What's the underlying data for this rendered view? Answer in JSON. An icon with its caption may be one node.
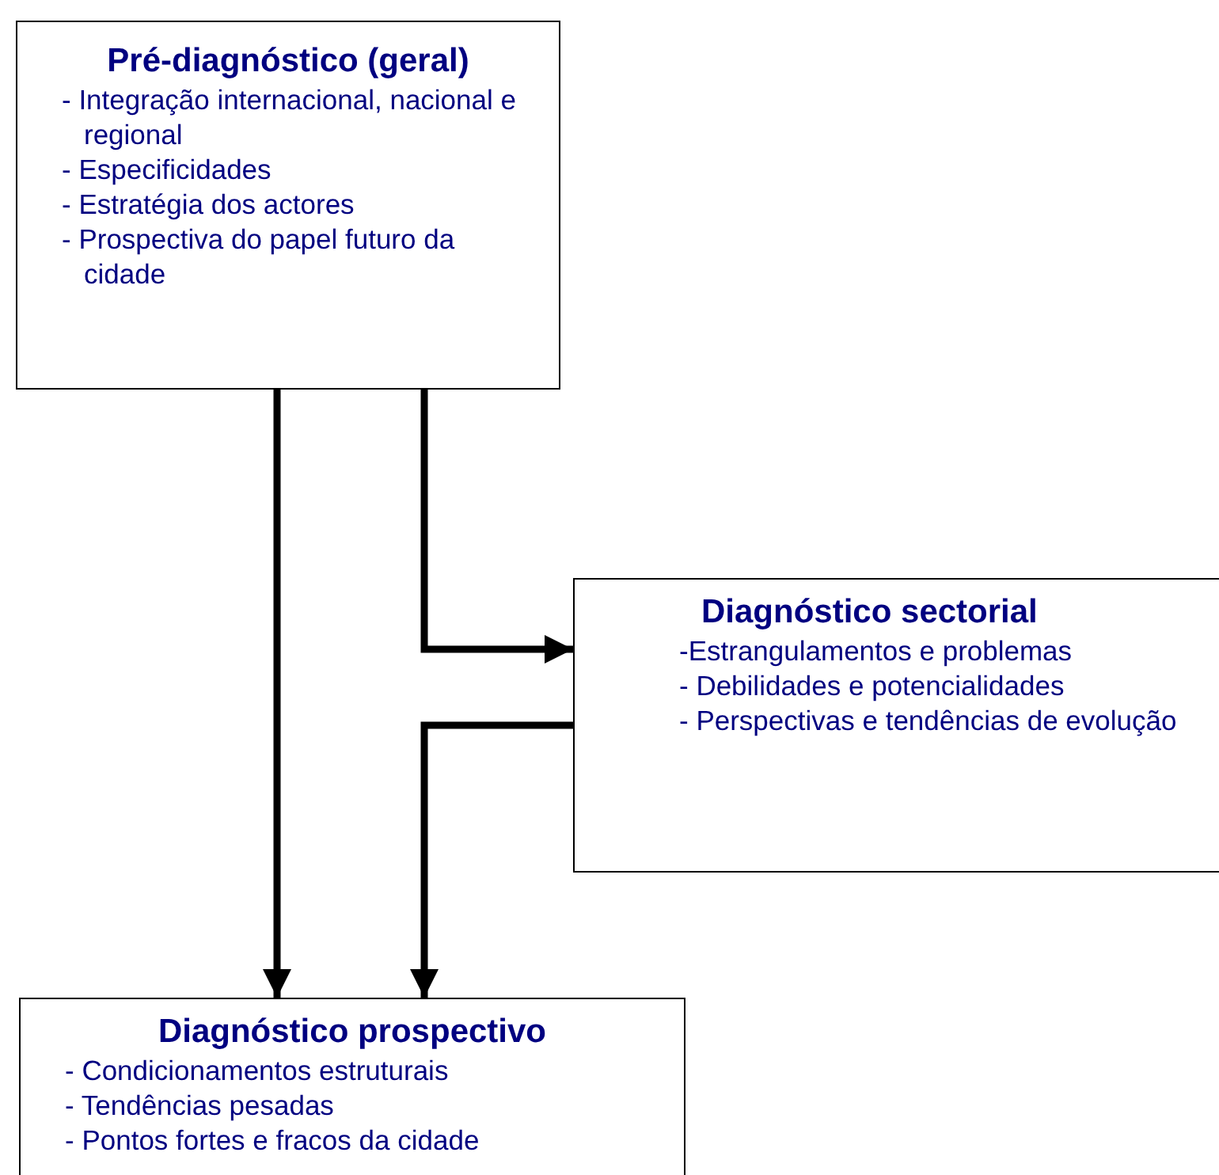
{
  "diagram": {
    "nodes": [
      {
        "text": [
          "Pré-diagnóstico (geral)",
          "- Integração internacional, nacional e regional",
          "- Especificidades",
          "- Estratégia dos actores",
          "- Prospectiva do papel futuro da cidade"
        ]
      },
      {
        "text": [
          "Diagnóstico sectorial",
          "-Estrangulamentos e problemas",
          "- Debilidades e potencialidades",
          "- Perspectivas e tendências de evolução"
        ]
      },
      {
        "text": [
          "Diagnóstico prospectivo",
          "- Condicionamentos estruturais",
          "- Tendências pesadas",
          "- Pontos fortes e fracos da cidade"
        ]
      }
    ],
    "edges": [
      {
        "from": 0,
        "to": 2,
        "arrow": "to"
      },
      {
        "from": 0,
        "to": 1,
        "arrow": "to"
      },
      {
        "from": 1,
        "to": 2,
        "arrow": "to"
      }
    ]
  }
}
